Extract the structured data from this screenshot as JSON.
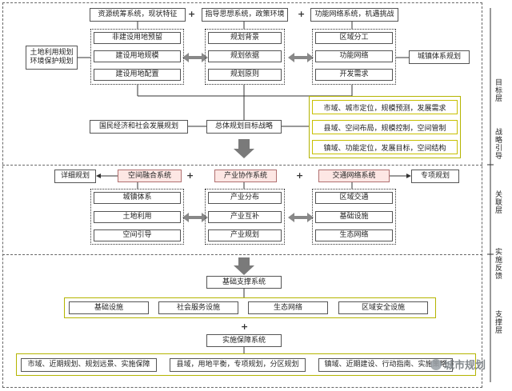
{
  "top_headers": [
    "资源统筹系统，现状特征",
    "指导思想系统，政策环境",
    "功能网络系统，机遇挑战"
  ],
  "left_note": [
    "土地利用规划",
    "环境保护规划"
  ],
  "right_note": "城镇体系规划",
  "col1_items": [
    "非建设用地预留",
    "建设用地规模",
    "建设用地配置"
  ],
  "col2_items": [
    "规划背景",
    "规划依据",
    "规划原则"
  ],
  "col3_items": [
    "区域分工",
    "功能网络",
    "开发需求"
  ],
  "national_plan": "国民经济和社会发展规划",
  "strategy": "总体规划目标战略",
  "strategy_levels": [
    "市域、城市定位，规模预测，发展需求",
    "县域、空间布局，规模控制，空间管制",
    "镇域、功能定位，发展目标，空间结构"
  ],
  "mid_headers": [
    "空间融合系统",
    "产业协作系统",
    "交通网络系统"
  ],
  "detail_plan": "详细规划",
  "special_plan": "专项规划",
  "mid_col1": [
    "城镇体系",
    "土地利用",
    "空间引导"
  ],
  "mid_col2": [
    "产业分布",
    "产业互补",
    "产业规划"
  ],
  "mid_col3": [
    "区域交通",
    "基础设施",
    "生态网络"
  ],
  "base_system": "基础支撑系统",
  "base_items": [
    "基础设施",
    "社会服务设施",
    "生态网络",
    "区域安全设施"
  ],
  "impl_system": "实施保障系统",
  "impl_items": [
    "市域、近期规划、规划远景、实施保障",
    "县域，用地平衡，专项规划，分区规划",
    "镇域、近期建设、行动指南、实施策略"
  ],
  "side_labels": [
    "目标层",
    "战略引导",
    "关联层",
    "实施反馈",
    "支撑层"
  ],
  "plus_sign": "+",
  "watermark": "城市规划"
}
